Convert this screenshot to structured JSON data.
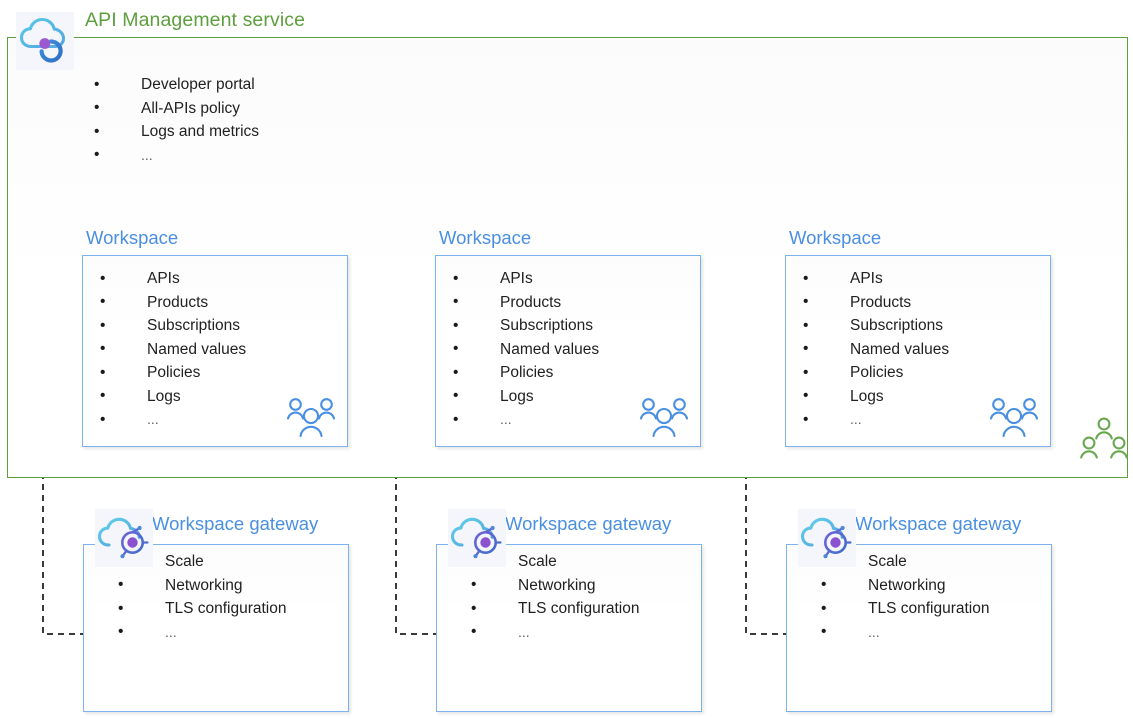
{
  "service": {
    "title": "API Management service",
    "icon": "apim-cloud-icon",
    "accent_color": "#5d9e3e",
    "items": [
      "Developer portal",
      "All-APIs policy",
      "Logs and metrics",
      "..."
    ]
  },
  "workspace_accent_color": "#4a8fe2",
  "workspaces": [
    {
      "title": "Workspace",
      "people_icon": "people-group-icon",
      "items": [
        "APIs",
        "Products",
        "Subscriptions",
        "Named values",
        "Policies",
        "Logs",
        "..."
      ]
    },
    {
      "title": "Workspace",
      "people_icon": "people-group-icon",
      "items": [
        "APIs",
        "Products",
        "Subscriptions",
        "Named values",
        "Policies",
        "Logs",
        "..."
      ]
    },
    {
      "title": "Workspace",
      "people_icon": "people-group-icon",
      "items": [
        "APIs",
        "Products",
        "Subscriptions",
        "Named values",
        "Policies",
        "Logs",
        "..."
      ]
    }
  ],
  "gateways": [
    {
      "title": "Workspace gateway",
      "icon": "gateway-cloud-icon",
      "items": [
        "Scale",
        "Networking",
        "TLS configuration",
        "..."
      ]
    },
    {
      "title": "Workspace gateway",
      "icon": "gateway-cloud-icon",
      "items": [
        "Scale",
        "Networking",
        "TLS configuration",
        "..."
      ]
    },
    {
      "title": "Workspace gateway",
      "icon": "gateway-cloud-icon",
      "items": [
        "Scale",
        "Networking",
        "TLS configuration",
        "..."
      ]
    }
  ],
  "org_people_icon": "people-group-icon-green"
}
